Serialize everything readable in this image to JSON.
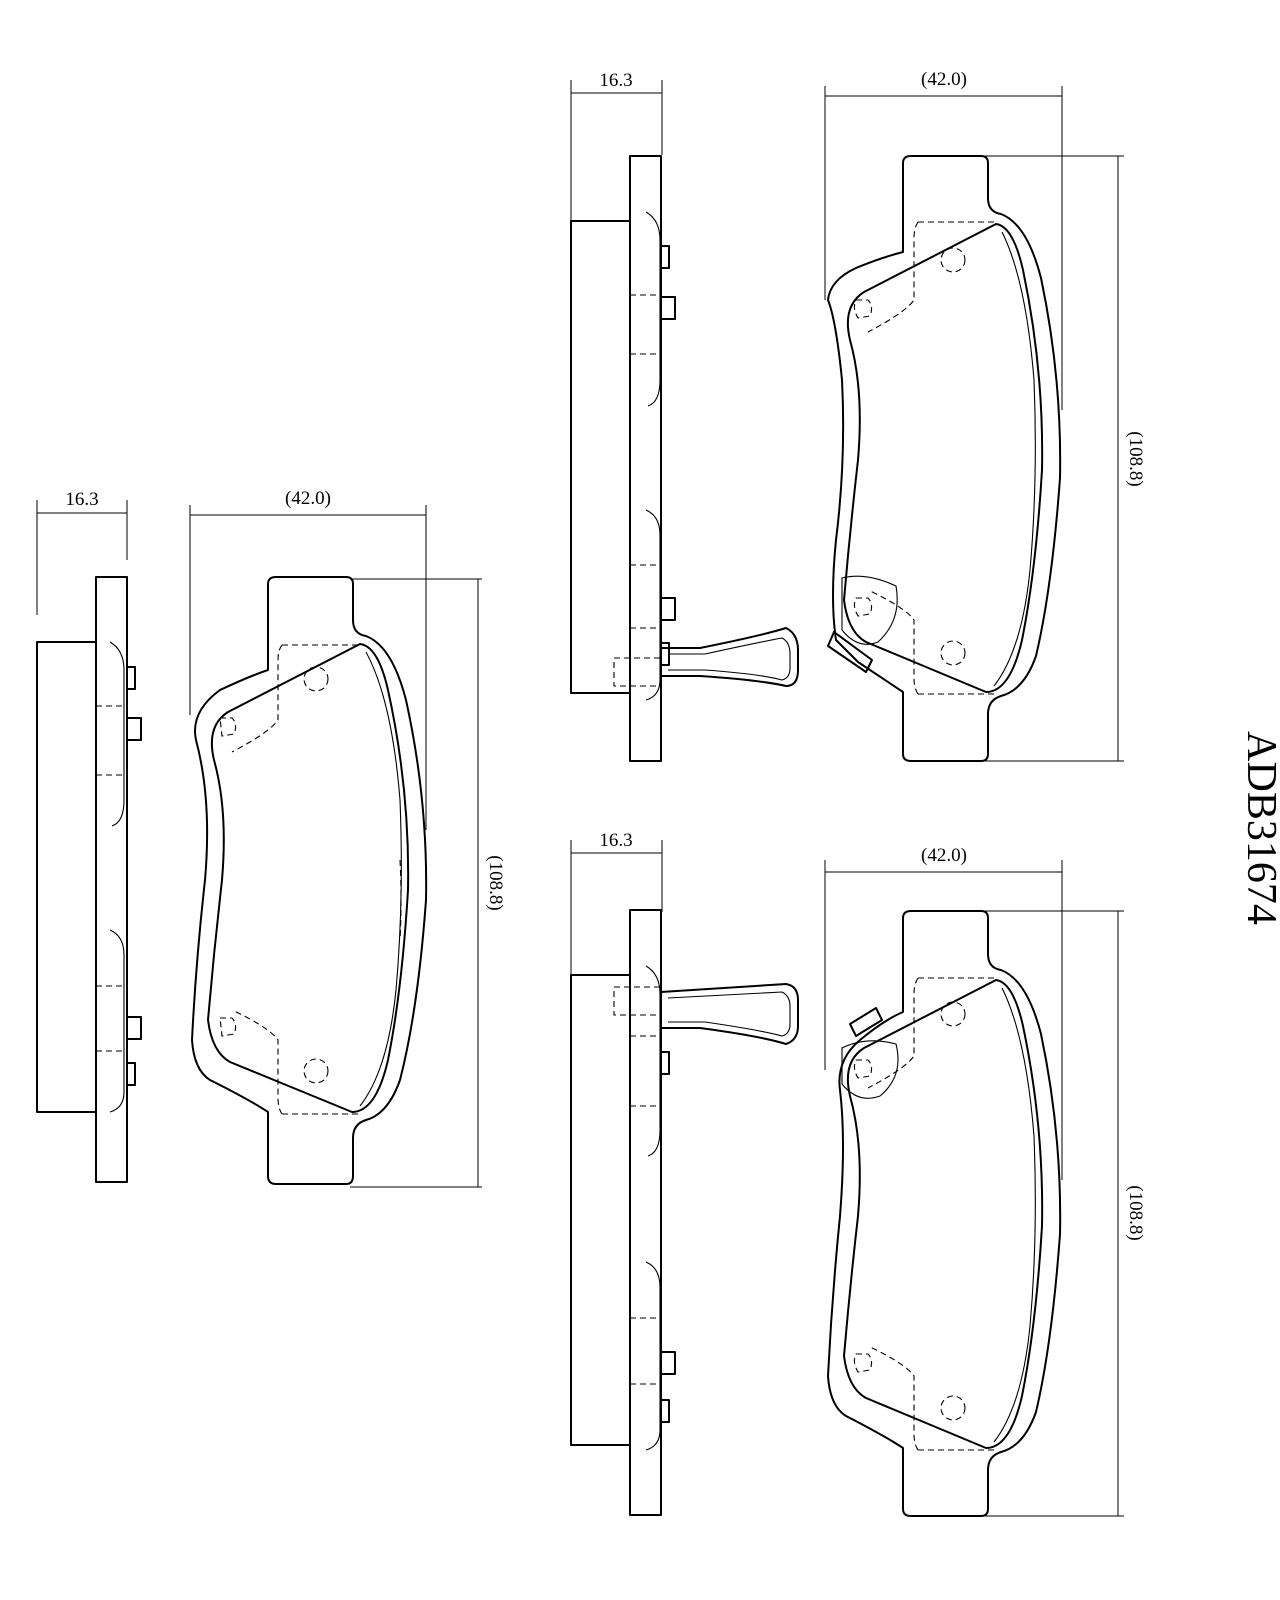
{
  "part_number": "ADB31674",
  "views": [
    {
      "name": "pad-left",
      "thickness_label": "16.3",
      "width_label": "(42.0)",
      "length_label": "(108.8)",
      "has_wear_sensor": false
    },
    {
      "name": "pad-top-right",
      "thickness_label": "16.3",
      "width_label": "(42.0)",
      "length_label": "(108.8)",
      "has_wear_sensor": true
    },
    {
      "name": "pad-bottom-right",
      "thickness_label": "16.3",
      "width_label": "(42.0)",
      "length_label": "(108.8)",
      "has_wear_sensor": true
    }
  ]
}
